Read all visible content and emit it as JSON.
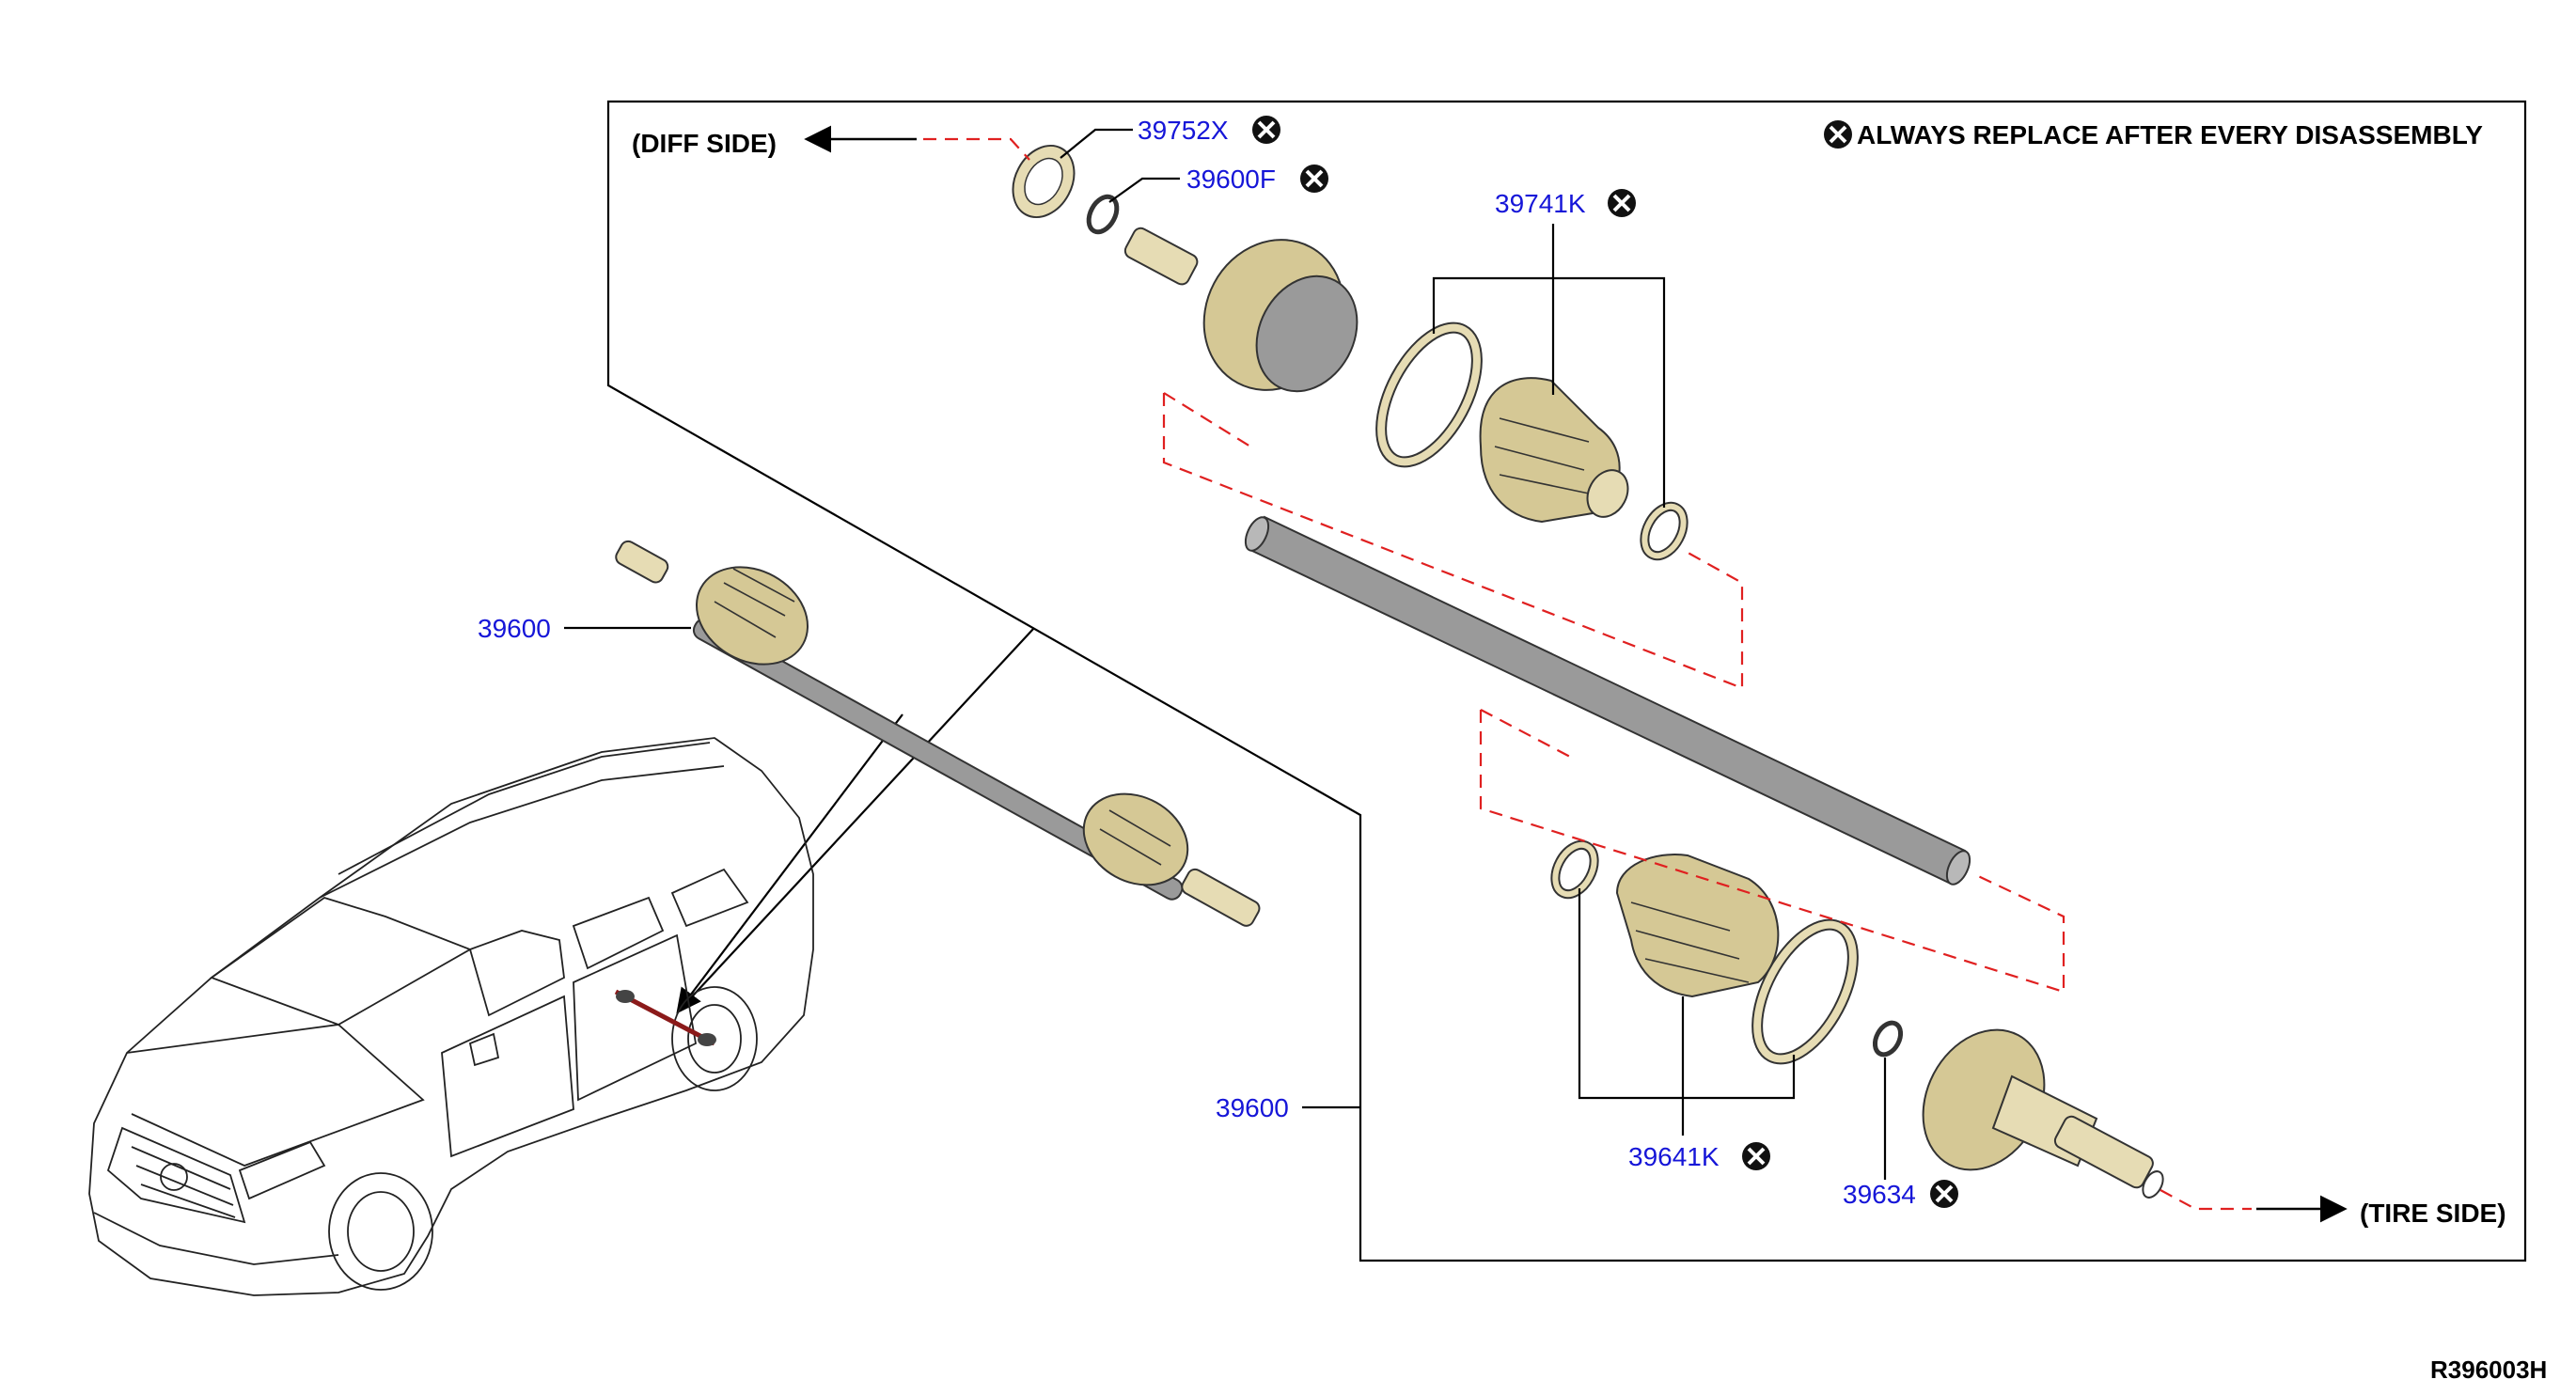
{
  "legend": {
    "note_text": "ALWAYS REPLACE AFTER EVERY DISASSEMBLY",
    "symbol_icon": "replace-mark-icon"
  },
  "sides": {
    "diff": "(DIFF SIDE)",
    "tire": "(TIRE SIDE)"
  },
  "parts": {
    "snap_ring_a": "39752X",
    "circlip_diff": "39600F",
    "boot_kit_diff": "39741K",
    "shaft_assy_upper": "39600",
    "shaft_assy_lower": "39600",
    "boot_kit_wheel": "39641K",
    "circlip_wheel": "39634"
  },
  "reference_code": "R396003H",
  "colors": {
    "part_number": "#1616d8",
    "hidden_line": "#e02020",
    "part_fill": "#e6dcb4",
    "shaft_fill": "#9a9a9a"
  }
}
